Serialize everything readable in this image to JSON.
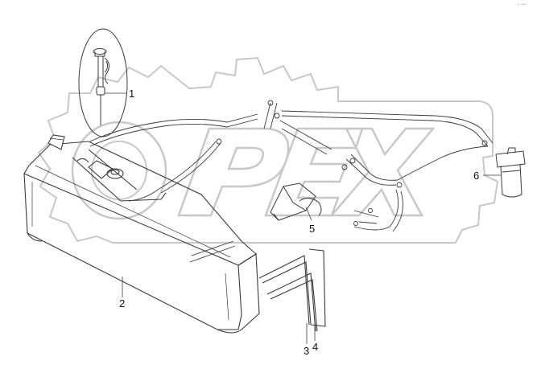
{
  "diagram": {
    "corner_text": "ᵖ ⁼ᵃᵃ",
    "watermark": {
      "icon": "gear-icon",
      "text": "OPEX"
    },
    "callouts": [
      {
        "id": "c1",
        "label": "1"
      },
      {
        "id": "c2",
        "label": "2"
      },
      {
        "id": "c3",
        "label": "3"
      },
      {
        "id": "c4",
        "label": "4"
      },
      {
        "id": "c5",
        "label": "5"
      },
      {
        "id": "c6",
        "label": "6"
      }
    ],
    "colors": {
      "line": "#3a3a3a",
      "watermark": "#c8c8c8"
    }
  }
}
